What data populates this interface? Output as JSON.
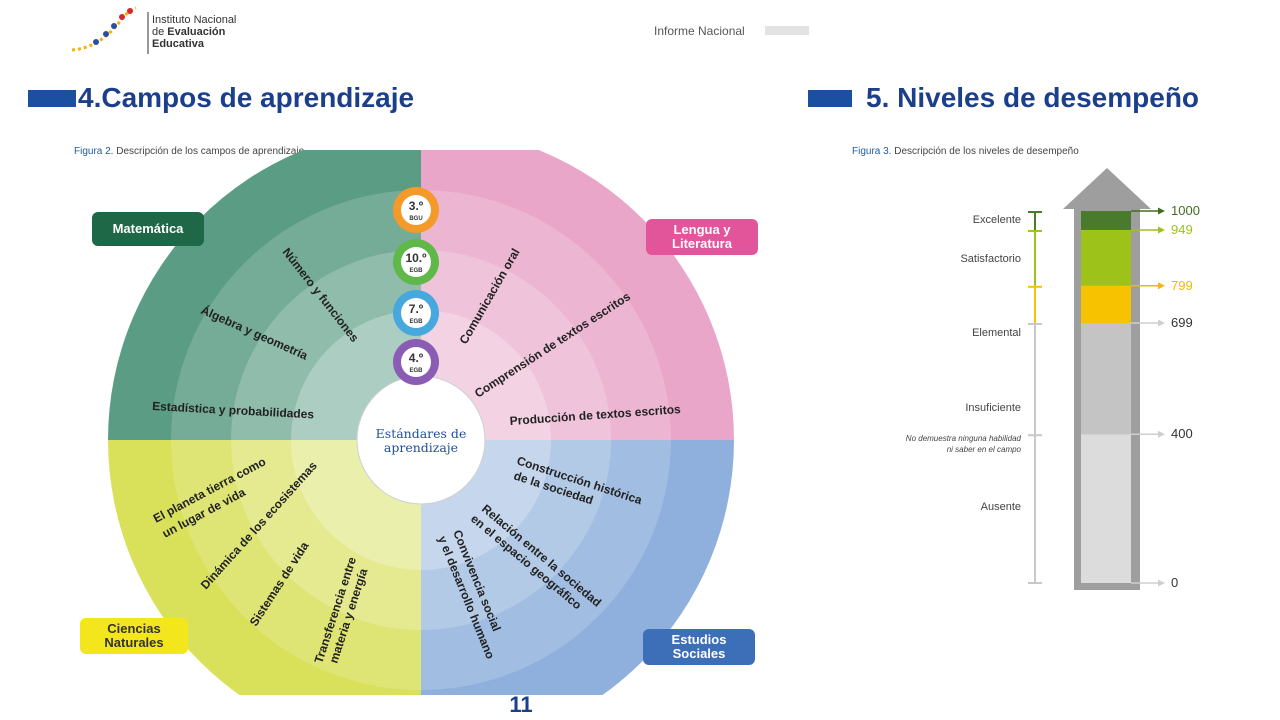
{
  "header": {
    "logo_line1": "Instituto Nacional",
    "logo_line2_prefix": "de ",
    "logo_line2_bold": "Evaluación",
    "logo_line3": "Educativa",
    "report_title": "Informe Nacional"
  },
  "section4": {
    "title": "4.Campos de aprendizaje",
    "figure_label": "Figura 2.",
    "figure_caption": "Descripción de los campos de aprendizaje",
    "center": [
      "Estándares de",
      "aprendizaje"
    ],
    "areas": {
      "matematica": "Matemática",
      "lengua": [
        "Lengua y",
        "Literatura"
      ],
      "ciencias": [
        "Ciencias",
        "Naturales"
      ],
      "estudios": [
        "Estudios",
        "Sociales"
      ]
    },
    "grades": [
      {
        "num": "3.º",
        "level": "BGU"
      },
      {
        "num": "10.º",
        "level": "EGB"
      },
      {
        "num": "7.º",
        "level": "EGB"
      },
      {
        "num": "4.º",
        "level": "EGB"
      }
    ],
    "fields": {
      "numero_funciones": "Número y funciones",
      "algebra": "Álgebra y geometría",
      "estadistica": "Estadística y probabilidades",
      "comunicacion": "Comunicación oral",
      "comprension": "Comprensión de textos escritos",
      "produccion": "Producción de textos escritos",
      "planeta": [
        "El planeta tierra como",
        "un lugar de vida"
      ],
      "dinamica": "Dinámica de los ecosistemas",
      "sistemas": "Sistemas de vida",
      "transferencia": [
        "Transferencia entre",
        "materia y energía"
      ],
      "construccion": [
        "Construcción histórica",
        "de la sociedad"
      ],
      "relacion": [
        "Relación entre la sociedad",
        "en el espacio geográfico"
      ],
      "convivencia": [
        "Convivencia social",
        "y el desarrollo humano"
      ]
    },
    "page_number": "11"
  },
  "section5": {
    "title": "5. Niveles de desempeño",
    "figure_label": "Figura 3.",
    "figure_caption": "Descripción de los niveles de desempeño",
    "levels": [
      {
        "name": "Excelente",
        "from": 949,
        "to": 1000,
        "color": "#4a7a2c"
      },
      {
        "name": "Satisfactorio",
        "from": 799,
        "to": 949,
        "color": "#9dc31a"
      },
      {
        "name": "Elemental",
        "from": 699,
        "to": 799,
        "color": "#f7c300"
      },
      {
        "name": "Insuficiente",
        "from": 400,
        "to": 699,
        "color": "#c4c4c4"
      },
      {
        "name": "Ausente",
        "from": 0,
        "to": 400,
        "color": "#dcdcdc"
      }
    ],
    "no_skill_note": [
      "No demuestra ninguna habilidad",
      "ni saber en el campo"
    ],
    "ticks": [
      1000,
      949,
      799,
      699,
      400,
      0
    ],
    "colors": {
      "tick_1000": "#3f6e22",
      "tick_949": "#9dc31a",
      "tick_799": "#f0b800",
      "tick_gray": "#9a9a9a"
    }
  }
}
